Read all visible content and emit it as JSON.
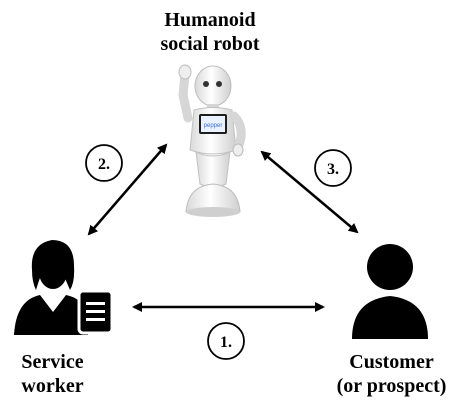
{
  "robot": {
    "label_line1": "Humanoid",
    "label_line2": "social robot",
    "screen_text": "pepper"
  },
  "worker": {
    "label_line1": "Service",
    "label_line2": "worker"
  },
  "customer": {
    "label_line1": "Customer",
    "label_line2": "(or prospect)"
  },
  "interactions": [
    {
      "number": "1."
    },
    {
      "number": "2."
    },
    {
      "number": "3."
    }
  ],
  "colors": {
    "ink": "#000000",
    "robot_body": "#f2f2f2",
    "robot_shade": "#c9c9c9"
  }
}
